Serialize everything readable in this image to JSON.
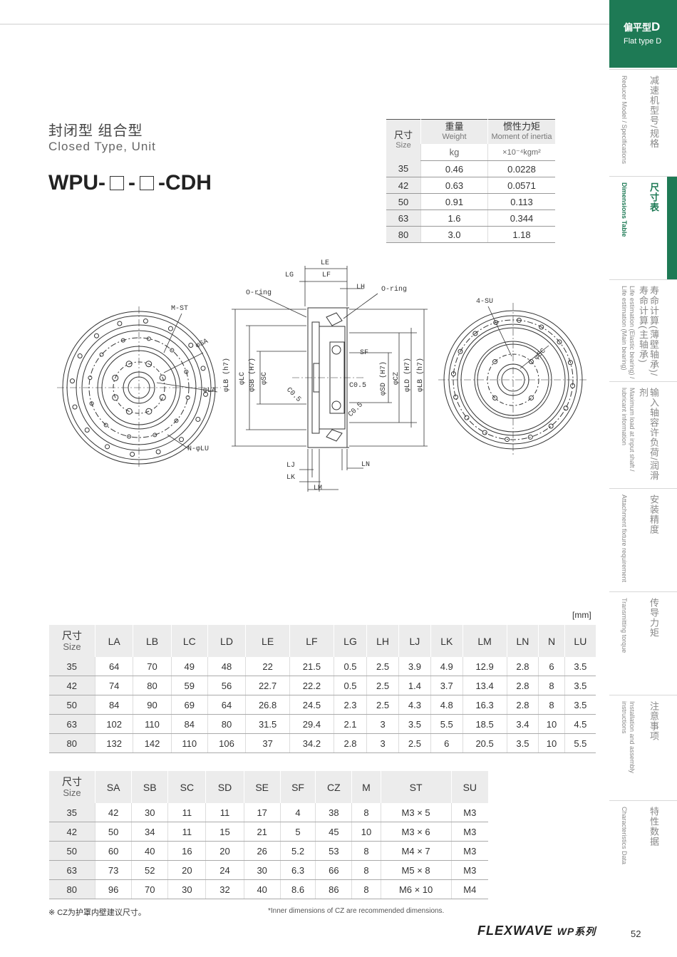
{
  "sidebar": {
    "head_cn": "偏平型",
    "head_letter": "D",
    "head_en": "Flat type D",
    "sections": [
      {
        "cn": "减速机型号/规格",
        "en": "Reducer Model / Specifications",
        "active": false
      },
      {
        "cn": "尺寸表",
        "en": "Dimensions Table",
        "active": true
      },
      {
        "cn": "寿命计算(薄壁轴承)/寿命计算(主轴承)",
        "en": "Life estimation (Elastic bearing) / Life estimation (Main bearing)",
        "active": false
      },
      {
        "cn": "输入轴容许负荷/润滑剂",
        "en": "Maximum load at input shaft / lubricant information",
        "active": false
      },
      {
        "cn": "安装精度",
        "en": "Attachment fixture requirement",
        "active": false
      },
      {
        "cn": "传导力矩",
        "en": "Transmitting torque",
        "active": false
      },
      {
        "cn": "注意事项",
        "en": "Installation and assembly instructions",
        "active": false
      },
      {
        "cn": "特性数据",
        "en": "Characteristics Data",
        "active": false
      }
    ]
  },
  "title": {
    "cn": "封闭型 组合型",
    "en": "Closed Type, Unit"
  },
  "model": {
    "part1": "WPU-",
    "part2": "-",
    "part3": "-CDH"
  },
  "weight_table": {
    "size_cn": "尺寸",
    "size_en": "Size",
    "weight_cn": "重量",
    "weight_en": "Weight",
    "weight_unit": "kg",
    "inertia_cn": "惯性力矩",
    "inertia_en": "Moment of inertia",
    "inertia_unit": "×10⁻⁴kgm²",
    "rows": [
      [
        "35",
        "0.46",
        "0.0228"
      ],
      [
        "42",
        "0.63",
        "0.0571"
      ],
      [
        "50",
        "0.91",
        "0.113"
      ],
      [
        "63",
        "1.6",
        "0.344"
      ],
      [
        "80",
        "3.0",
        "1.18"
      ]
    ]
  },
  "drawing_labels": {
    "le": "LE",
    "lg": "LG",
    "lf": "LF",
    "lh": "LH",
    "oring1": "O-ring",
    "oring2": "O-ring",
    "mst": "M-ST",
    "sa": "φSA",
    "la": "φLA",
    "nlu": "N-φLU",
    "su": "4-SU",
    "sc_right": "φSC",
    "lb1": "φLB (h7)",
    "lc": "φLC",
    "sb": "φSB (H7)",
    "sc": "φSC",
    "c05a": "C0.5",
    "sf": "SF",
    "c05b": "C0.5",
    "c05c": "C0.5",
    "sd": "φSD (H7)",
    "cz": "φCZ",
    "ld": "φLD (H7)",
    "lb2": "φLB (h7)",
    "lj": "LJ",
    "lk": "LK",
    "lm": "LM",
    "ln": "LN"
  },
  "unit_label": "[mm]",
  "dim_table1": {
    "headers": [
      "LA",
      "LB",
      "LC",
      "LD",
      "LE",
      "LF",
      "LG",
      "LH",
      "LJ",
      "LK",
      "LM",
      "LN",
      "N",
      "LU"
    ],
    "rows": [
      [
        "35",
        "64",
        "70",
        "49",
        "48",
        "22",
        "21.5",
        "0.5",
        "2.5",
        "3.9",
        "4.9",
        "12.9",
        "2.8",
        "6",
        "3.5"
      ],
      [
        "42",
        "74",
        "80",
        "59",
        "56",
        "22.7",
        "22.2",
        "0.5",
        "2.5",
        "1.4",
        "3.7",
        "13.4",
        "2.8",
        "8",
        "3.5"
      ],
      [
        "50",
        "84",
        "90",
        "69",
        "64",
        "26.8",
        "24.5",
        "2.3",
        "2.5",
        "4.3",
        "4.8",
        "16.3",
        "2.8",
        "8",
        "3.5"
      ],
      [
        "63",
        "102",
        "110",
        "84",
        "80",
        "31.5",
        "29.4",
        "2.1",
        "3",
        "3.5",
        "5.5",
        "18.5",
        "3.4",
        "10",
        "4.5"
      ],
      [
        "80",
        "132",
        "142",
        "110",
        "106",
        "37",
        "34.2",
        "2.8",
        "3",
        "2.5",
        "6",
        "20.5",
        "3.5",
        "10",
        "5.5"
      ]
    ]
  },
  "dim_table2": {
    "headers": [
      "SA",
      "SB",
      "SC",
      "SD",
      "SE",
      "SF",
      "CZ",
      "M",
      "ST",
      "SU"
    ],
    "rows": [
      [
        "35",
        "42",
        "30",
        "11",
        "11",
        "17",
        "4",
        "38",
        "8",
        "M3 × 5",
        "M3"
      ],
      [
        "42",
        "50",
        "34",
        "11",
        "15",
        "21",
        "5",
        "45",
        "10",
        "M3 × 6",
        "M3"
      ],
      [
        "50",
        "60",
        "40",
        "16",
        "20",
        "26",
        "5.2",
        "53",
        "8",
        "M4 × 7",
        "M3"
      ],
      [
        "63",
        "73",
        "52",
        "20",
        "24",
        "30",
        "6.3",
        "66",
        "8",
        "M5 × 8",
        "M3"
      ],
      [
        "80",
        "96",
        "70",
        "30",
        "32",
        "40",
        "8.6",
        "86",
        "8",
        "M6 × 10",
        "M4"
      ]
    ]
  },
  "notes": {
    "cn": "※ CZ为护罩内壁建议尺寸。",
    "en": "*Inner dimensions of CZ are recommended dimensions."
  },
  "footer": {
    "brand": "FLEXWAVE",
    "series": "WP系列",
    "page": "52"
  }
}
